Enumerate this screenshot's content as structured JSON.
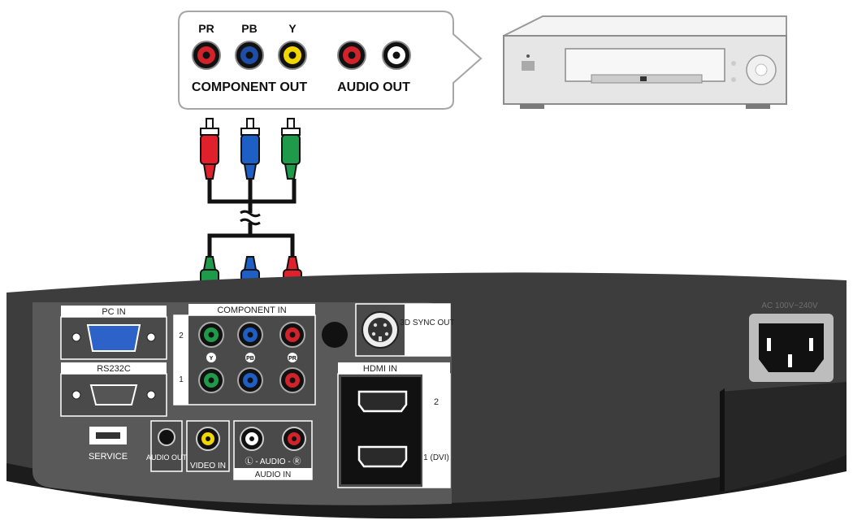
{
  "source_box": {
    "component_out": {
      "label": "COMPONENT OUT",
      "jacks": [
        {
          "label": "PR",
          "color": "#d2232a"
        },
        {
          "label": "PB",
          "color": "#1f4ea8"
        },
        {
          "label": "Y",
          "color": "#f2d600"
        }
      ]
    },
    "audio_out": {
      "label": "AUDIO OUT",
      "jacks": [
        {
          "label": "",
          "color": "#d2232a"
        },
        {
          "label": "",
          "color": "#ffffff"
        }
      ]
    }
  },
  "cable": {
    "top_plugs": [
      "#e0202a",
      "#1d5fc4",
      "#1e9a4a"
    ],
    "bottom_plugs": [
      "#1e9a4a",
      "#1d5fc4",
      "#e0202a"
    ]
  },
  "rear_panel": {
    "pc_in": {
      "label": "PC IN"
    },
    "rs232c": {
      "label": "RS232C"
    },
    "service": {
      "label": "SERVICE"
    },
    "audio_out": {
      "label": "AUDIO OUT"
    },
    "video_in": {
      "label": "VIDEO IN"
    },
    "audio_in": {
      "label": "AUDIO IN",
      "channel_label": "Ⓛ - AUDIO - Ⓡ"
    },
    "component_in": {
      "label": "COMPONENT IN",
      "rows": [
        "2",
        "1"
      ],
      "channel_labels": [
        "Y",
        "PB",
        "PR"
      ],
      "colors": [
        "#1e9a4a",
        "#1d5fc4",
        "#d2232a"
      ]
    },
    "sync_3d": {
      "label": "3D SYNC OUT"
    },
    "hdmi_in": {
      "label": "HDMI IN",
      "ports": [
        "2",
        "1 (DVI)"
      ]
    },
    "power": {
      "label": "AC 100V~240V"
    }
  },
  "colors": {
    "panel": "#3a3a3a",
    "panel_dark": "#222222",
    "inset": "#555555",
    "label_bar": "#ffffff"
  }
}
